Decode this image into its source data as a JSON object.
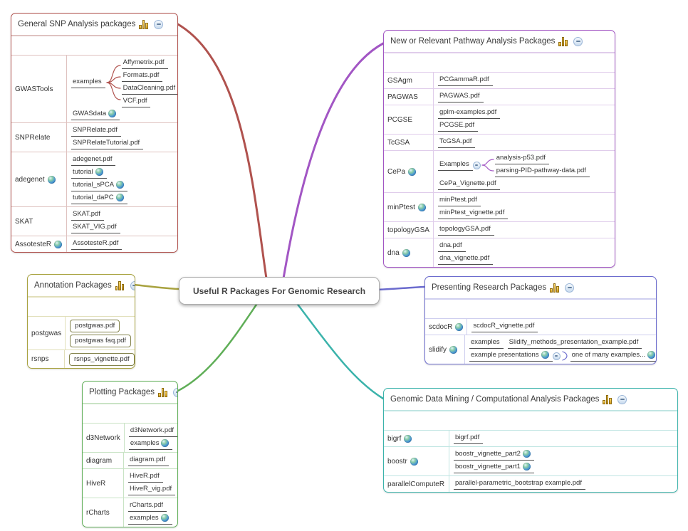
{
  "center": {
    "title": "Useful R Packages For Genomic Research"
  },
  "branches": {
    "snp": {
      "title": "General SNP Analysis packages",
      "color": "#b0524e",
      "grid": "#dfc2c0",
      "rows": {
        "gwastools": {
          "label": "GWASTools",
          "examples": {
            "label": "examples",
            "children": [
              "Affymetrix.pdf",
              "Formats.pdf",
              "DataCleaning.pdf",
              "VCF.pdf"
            ]
          },
          "gwasdata": "GWASdata"
        },
        "snprelate": {
          "label": "SNPRelate",
          "items": [
            "SNPRelate.pdf",
            "SNPRelateTutorial.pdf"
          ]
        },
        "adegenet": {
          "label": "adegenet",
          "items": [
            "adegenet.pdf",
            "tutorial",
            "tutorial_sPCA",
            "tutorial_daPC"
          ]
        },
        "skat": {
          "label": "SKAT",
          "items": [
            "SKAT.pdf",
            "SKAT_VIG.pdf"
          ]
        },
        "assotester": {
          "label": "AssotesteR",
          "items": [
            "AssotesteR.pdf"
          ]
        }
      }
    },
    "pathway": {
      "title": "New or Relevant Pathway Analysis Packages",
      "color": "#a256c4",
      "grid": "#e0cdeb",
      "rows": {
        "gsagm": {
          "label": "GSAgm",
          "items": [
            "PCGammaR.pdf"
          ]
        },
        "pagwas": {
          "label": "PAGWAS",
          "items": [
            "PAGWAS.pdf"
          ]
        },
        "pcgse": {
          "label": "PCGSE",
          "items": [
            "gplm-examples.pdf",
            "PCGSE.pdf"
          ]
        },
        "tcgsa": {
          "label": "TcGSA",
          "items": [
            "TcGSA.pdf"
          ]
        },
        "cepa": {
          "label": "CePa",
          "examples": {
            "label": "Examples",
            "children": [
              "analysis-p53.pdf",
              "parsing-PID-pathway-data.pdf"
            ]
          },
          "items": [
            "CePa_Vignette.pdf"
          ]
        },
        "minptest": {
          "label": "minPtest",
          "items": [
            "minPtest.pdf",
            "minPtest_vignette.pdf"
          ]
        },
        "topologygsa": {
          "label": "topologyGSA",
          "items": [
            "topologyGSA.pdf"
          ]
        },
        "dna": {
          "label": "dna",
          "items": [
            "dna.pdf",
            "dna_vignette.pdf"
          ]
        }
      }
    },
    "annotation": {
      "title": "Annotation Packages",
      "color": "#a8a23f",
      "grid": "#e2dfba",
      "rows": {
        "postgwas": {
          "label": "postgwas",
          "items": [
            "postgwas.pdf",
            "postgwas faq.pdf"
          ]
        },
        "rsnps": {
          "label": "rsnps",
          "items": [
            "rsnps_vignette.pdf"
          ]
        }
      }
    },
    "presenting": {
      "title": "Presenting Research Packages",
      "color": "#6b6bce",
      "grid": "#cfcfef",
      "rows": {
        "scdocr": {
          "label": "scdocR",
          "items": [
            "scdocR_vignette.pdf"
          ]
        },
        "slidify": {
          "label": "slidify",
          "examples": {
            "label": "examples",
            "children": [
              "Slidify_methods_presentation_example.pdf"
            ]
          },
          "presentations": {
            "label": "example presentations",
            "child": "one of many examples..."
          }
        }
      }
    },
    "plotting": {
      "title": "Plotting Packages",
      "color": "#5fae57",
      "grid": "#c9e3c5",
      "rows": {
        "d3network": {
          "label": "d3Network",
          "items": [
            "d3Network.pdf",
            "examples"
          ]
        },
        "diagram": {
          "label": "diagram",
          "items": [
            "diagram.pdf"
          ]
        },
        "hiver": {
          "label": "HiveR",
          "items": [
            "HiveR.pdf",
            "HiveR_vig.pdf"
          ]
        },
        "rcharts": {
          "label": "rCharts",
          "items": [
            "rCharts.pdf",
            "examples"
          ]
        }
      }
    },
    "genomic": {
      "title": "Genomic Data Mining / Computational Analysis Packages",
      "color": "#3bb3ab",
      "grid": "#c0e5e2",
      "rows": {
        "bigrf": {
          "label": "bigrf",
          "items": [
            "bigrf.pdf"
          ]
        },
        "boostr": {
          "label": "boostr",
          "items": [
            "boostr_vignette_part2",
            "boostr_vignette_part1"
          ]
        },
        "parallel": {
          "label": "parallelComputeR",
          "items": [
            "parallel-parametric_bootstrap example.pdf"
          ]
        }
      }
    }
  }
}
